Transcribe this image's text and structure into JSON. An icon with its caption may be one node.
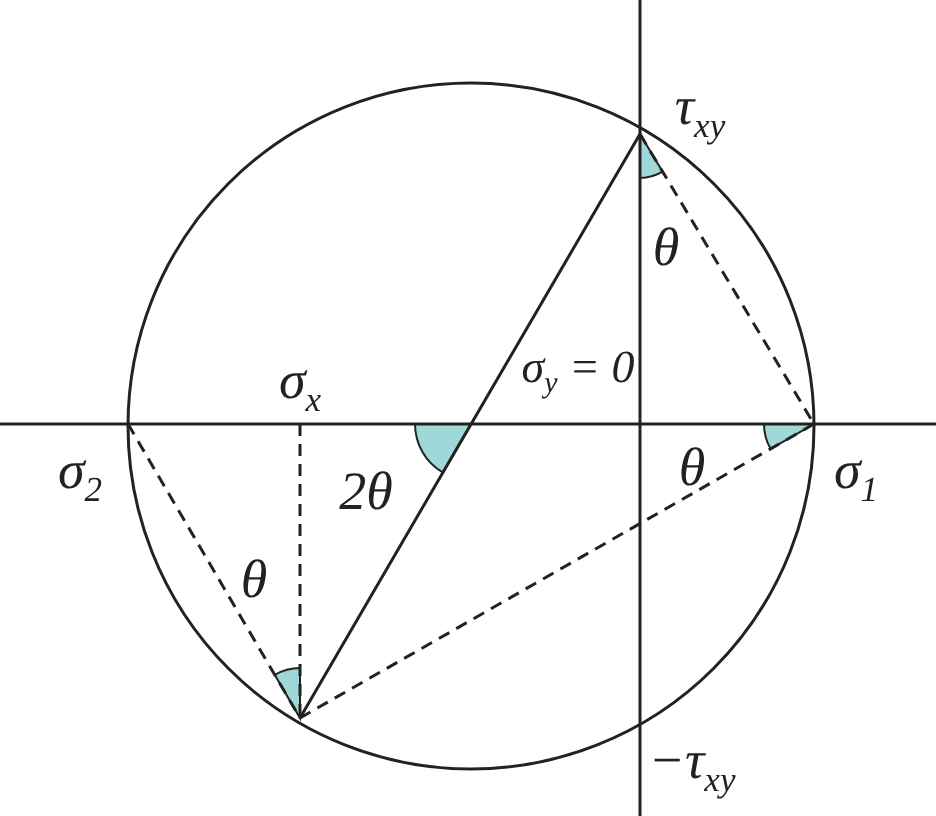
{
  "diagram": {
    "labels": [
      "τ$_{xy}$",
      "θ",
      "σ$_{x}$",
      "σ$_{y}$ = 0",
      "σ$_{2}$",
      "2θ",
      "θ",
      "σ$_{1}$",
      "θ",
      "−τ$_{xy}$"
    ]
  }
}
